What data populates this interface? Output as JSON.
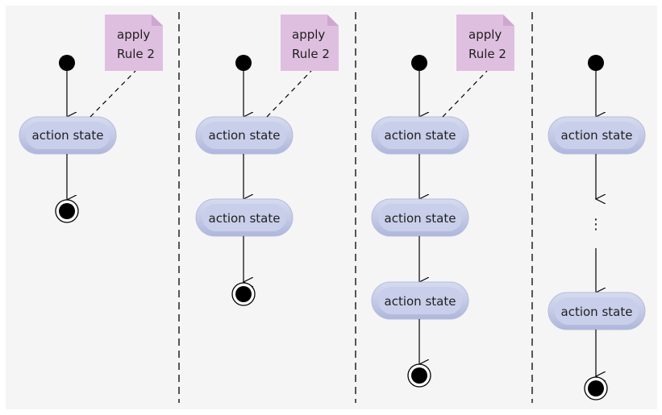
{
  "colors": {
    "background": "#f5f5f5",
    "state_fill": "#c7cde8",
    "state_border": "#a9b1d4",
    "note_fill": "#dfbfe0",
    "arrow": "#000000"
  },
  "notes": [
    {
      "line1": "apply",
      "line2": "Rule 2"
    },
    {
      "line1": "apply",
      "line2": "Rule 2"
    },
    {
      "line1": "apply",
      "line2": "Rule 2"
    }
  ],
  "panels": [
    {
      "states": [
        "action state"
      ]
    },
    {
      "states": [
        "action state",
        "action state"
      ]
    },
    {
      "states": [
        "action state",
        "action state",
        "action state"
      ]
    },
    {
      "states": [
        "action state",
        "action state"
      ],
      "ellipsis": "⋮"
    }
  ]
}
